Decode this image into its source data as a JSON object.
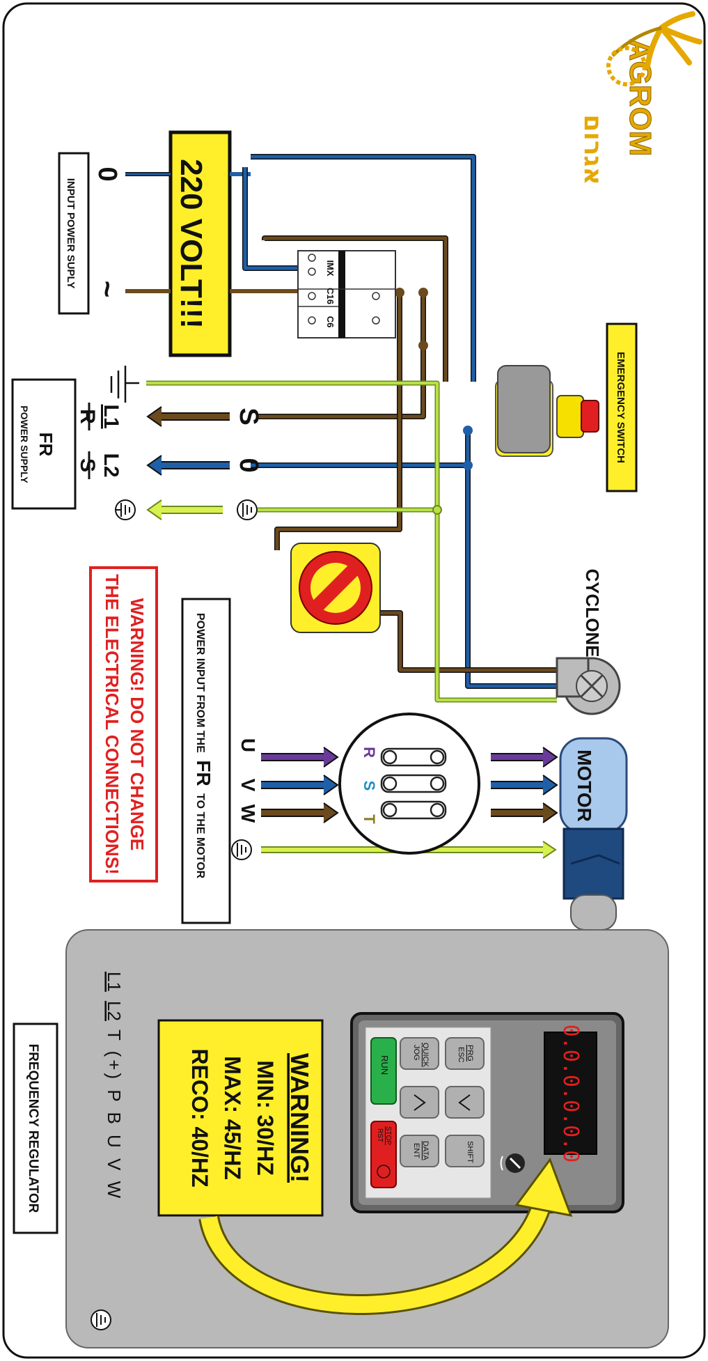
{
  "brand": {
    "logo_text": "AGROM",
    "logo_text_hebrew": "אגרום"
  },
  "power": {
    "voltage_label": "220 VOLT!!!",
    "input_label": "INPUT POWER SUPLY",
    "zero_symbol": "0",
    "tilde_symbol": "~"
  },
  "breaker": {
    "brand_label": "IMX",
    "c16_label": "C16",
    "c6_label": "C6"
  },
  "emergency": {
    "label": "EMERGENCY SWITCH"
  },
  "fr_supply": {
    "title": "FR",
    "subtitle": "POWER SUPPLY",
    "s_symbol": "S",
    "zero_symbol": "0",
    "l1_label": "L1",
    "l2_label": "L2",
    "r_label": "R",
    "s_label": "S"
  },
  "cyclone": {
    "label": "CYCLONE"
  },
  "warning_connections": {
    "line1": "WARNING! DO NOT CHANGE",
    "line2": "THE ELECTRICAL CONNECTIONS!"
  },
  "motor_power": {
    "label_part1": "POWER INPUT FROM THE",
    "label_fr": "FR",
    "label_part2": "TO THE MOTOR",
    "u_label": "U",
    "v_label": "V",
    "w_label": "W",
    "r_label": "R",
    "s_label": "S",
    "t_label": "T"
  },
  "motor": {
    "label": "MOTOR"
  },
  "regulator": {
    "display": "0.0.0.0.0.0",
    "btn_prg": "PRG",
    "btn_esc": "ESC",
    "btn_shift": "SHIFT",
    "btn_quick": "QUICK",
    "btn_jog": "JOG",
    "btn_data": "DATA",
    "btn_ent": "ENT",
    "btn_run": "RUN",
    "btn_stop": "STOP",
    "btn_rst": "RST",
    "terminal_l1": "L1",
    "terminal_l2": "L2",
    "terminals_rest": "T (+) P B U V W",
    "title": "FREQUENCY REGULATOR"
  },
  "freq_warning": {
    "title": "WARNING!",
    "min": "MIN: 30/HZ",
    "max": "MAX: 45/HZ",
    "reco": "RECO: 40/HZ"
  },
  "colors": {
    "brown": "#6b4a1e",
    "blue": "#1f5fa8",
    "green_yellow": "#b8e04a",
    "purple": "#6a3a9a",
    "yellow": "#ffef2a",
    "red": "#e02020",
    "panel_gray": "#b9b9b9"
  }
}
